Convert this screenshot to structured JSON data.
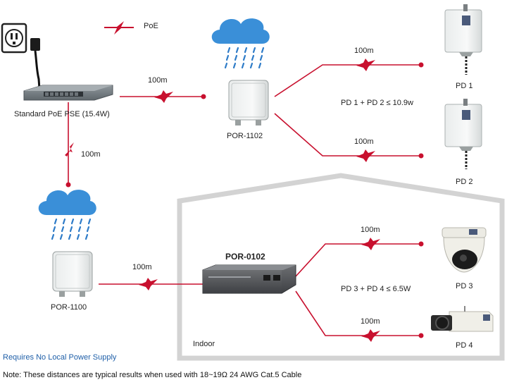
{
  "legend": {
    "poe_label": "PoE"
  },
  "devices": {
    "pse_label": "Standard PoE PSE (15.4W)",
    "por1102_label": "POR-1102",
    "por1100_label": "POR-1100",
    "por0102_label": "POR-0102",
    "pd1_label": "PD 1",
    "pd2_label": "PD 2",
    "pd3_label": "PD 3",
    "pd4_label": "PD 4"
  },
  "links": {
    "pse_to_1102": "100m",
    "pse_to_1100": "100m",
    "to_pd1": "100m",
    "to_pd2": "100m",
    "1100_to_0102": "100m",
    "to_pd3": "100m",
    "to_pd4": "100m"
  },
  "power_budget": {
    "pd12": "PD 1 + PD 2 ≤ 10.9w",
    "pd34": "PD 3 + PD 4 ≤ 6.5W"
  },
  "zones": {
    "indoor": "Indoor"
  },
  "footer": {
    "requires": "Requires No Local Power Supply",
    "note": "Note: These distances are typical results when used with 18~19Ω 24 AWG Cat.5 Cable"
  },
  "colors": {
    "line": "#c8102e",
    "cloud": "#3a8fd8",
    "rain": "#2f7cc8",
    "house": "#d3d3d3",
    "blue_text": "#1f5fa8"
  }
}
